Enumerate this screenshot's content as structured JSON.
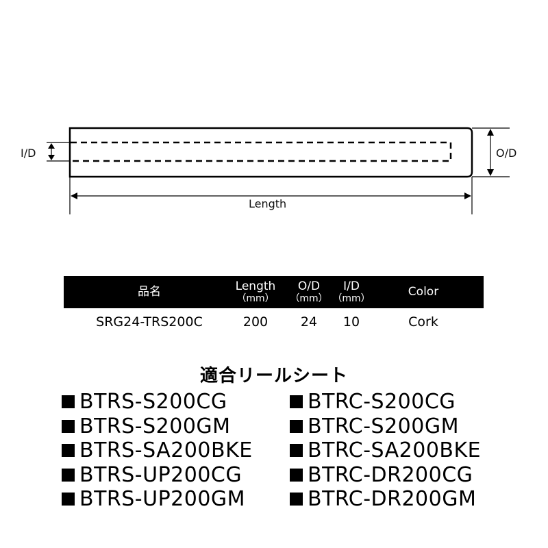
{
  "diagram": {
    "labels": {
      "inner_diameter": "I/D",
      "outer_diameter": "O/D",
      "length": "Length"
    },
    "colors": {
      "stroke": "#000000",
      "background": "#ffffff"
    }
  },
  "spec_table": {
    "header_bg": "#000000",
    "header_fg": "#ffffff",
    "columns": [
      {
        "label": "品名",
        "unit": ""
      },
      {
        "label": "Length",
        "unit": "（mm）"
      },
      {
        "label": "O/D",
        "unit": "（mm）"
      },
      {
        "label": "I/D",
        "unit": "（mm）"
      },
      {
        "label": "Color",
        "unit": ""
      }
    ],
    "rows": [
      {
        "name": "SRG24-TRS200C",
        "length": "200",
        "od": "24",
        "id": "10",
        "color": "Cork"
      }
    ]
  },
  "compatible": {
    "title": "適合リールシート",
    "bullet_icon": "black-square",
    "left": [
      "BTRS-S200CG",
      "BTRS-S200GM",
      "BTRS-SA200BKE",
      "BTRS-UP200CG",
      "BTRS-UP200GM"
    ],
    "right": [
      "BTRC-S200CG",
      "BTRC-S200GM",
      "BTRC-SA200BKE",
      "BTRC-DR200CG",
      "BTRC-DR200GM"
    ]
  }
}
